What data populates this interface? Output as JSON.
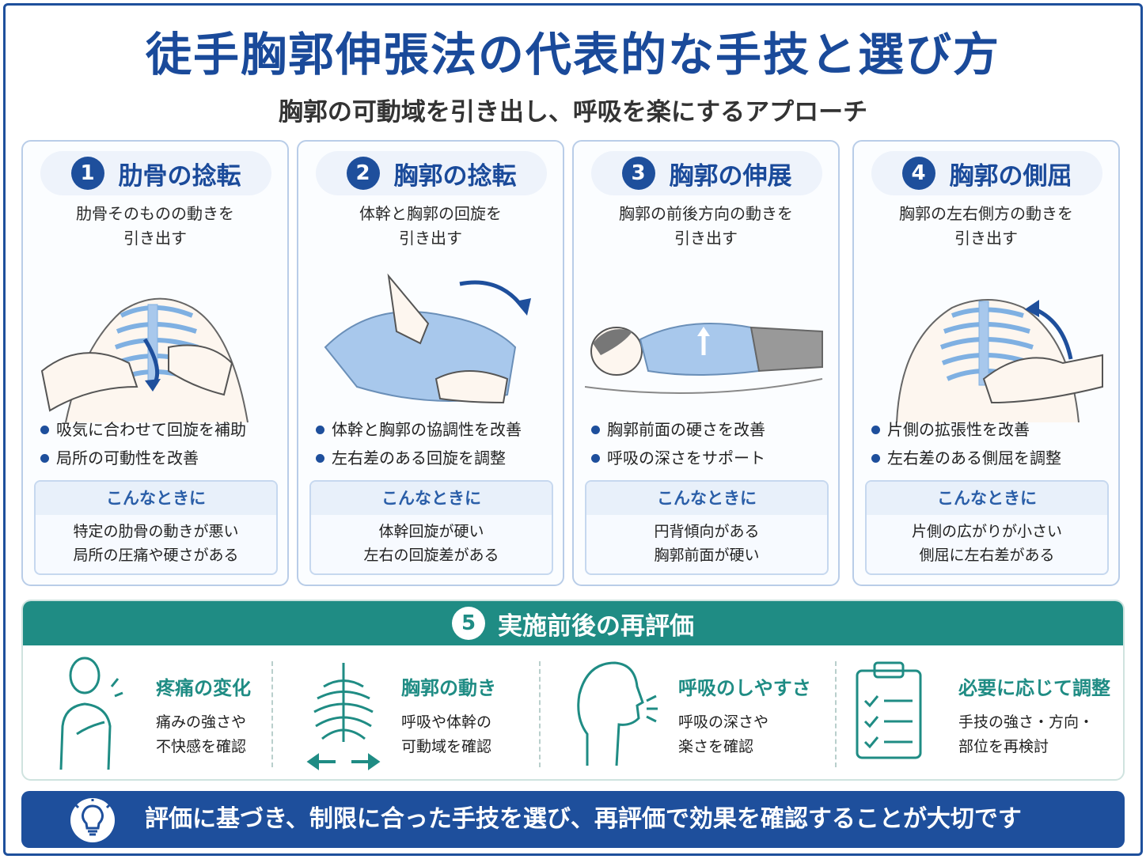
{
  "header": {
    "title": "徒手胸郭伸張法の代表的な手技と選び方",
    "subtitle": "胸郭の可動域を引き出し、呼吸を楽にするアプローチ"
  },
  "techniques": [
    {
      "number": "1",
      "title": "肋骨の捻転",
      "desc_lines": [
        "肋骨そのものの動きを",
        "引き出す"
      ],
      "bullets": [
        "吸気に合わせて回旋を補助",
        "局所の可動性を改善"
      ],
      "when_label": "こんなときに",
      "when_lines": [
        "特定の肋骨の動きが悪い",
        "局所の圧痛や硬さがある"
      ]
    },
    {
      "number": "2",
      "title": "胸郭の捻転",
      "desc_lines": [
        "体幹と胸郭の回旋を",
        "引き出す"
      ],
      "bullets": [
        "体幹と胸郭の協調性を改善",
        "左右差のある回旋を調整"
      ],
      "when_label": "こんなときに",
      "when_lines": [
        "体幹回旋が硬い",
        "左右の回旋差がある"
      ]
    },
    {
      "number": "3",
      "title": "胸郭の伸展",
      "desc_lines": [
        "胸郭の前後方向の動きを",
        "引き出す"
      ],
      "bullets": [
        "胸郭前面の硬さを改善",
        "呼吸の深さをサポート"
      ],
      "when_label": "こんなときに",
      "when_lines": [
        "円背傾向がある",
        "胸郭前面が硬い"
      ]
    },
    {
      "number": "4",
      "title": "胸郭の側屈",
      "desc_lines": [
        "胸郭の左右側方の動きを",
        "引き出す"
      ],
      "bullets": [
        "片側の拡張性を改善",
        "左右差のある側屈を調整"
      ],
      "when_label": "こんなときに",
      "when_lines": [
        "片側の広がりが小さい",
        "側屈に左右差がある"
      ]
    }
  ],
  "reevaluation": {
    "number": "5",
    "title": "実施前後の再評価",
    "items": [
      {
        "icon": "person-pain-icon",
        "title": "疼痛の変化",
        "lines": [
          "痛みの強さや",
          "不快感を確認"
        ]
      },
      {
        "icon": "ribcage-icon",
        "title": "胸郭の動き",
        "lines": [
          "呼吸や体幹の",
          "可動域を確認"
        ]
      },
      {
        "icon": "breathing-head-icon",
        "title": "呼吸のしやすさ",
        "lines": [
          "呼吸の深さや",
          "楽さを確認"
        ]
      },
      {
        "icon": "clipboard-icon",
        "title": "必要に応じて調整",
        "lines": [
          "手技の強さ・方向・",
          "部位を再検討"
        ]
      }
    ]
  },
  "footer": {
    "icon": "lightbulb-icon",
    "message": "評価に基づき、制限に合った手技を選び、再評価で効果を確認することが大切です"
  },
  "colors": {
    "primary_blue": "#1e4f9c",
    "teal": "#1f8c84",
    "rib_blue": "#a8c8ec"
  }
}
